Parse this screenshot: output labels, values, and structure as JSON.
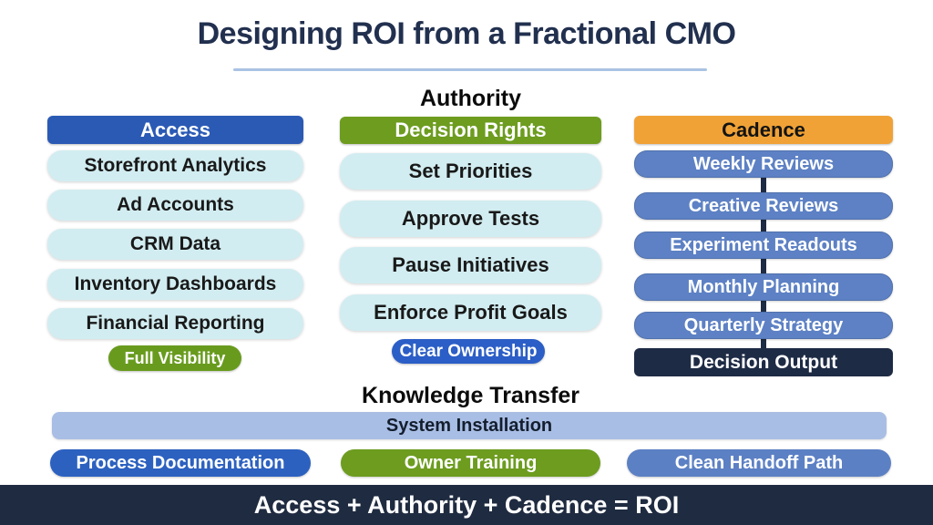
{
  "title": "Designing ROI from a Fractional CMO",
  "headings": {
    "authority": "Authority",
    "knowledge_transfer": "Knowledge Transfer"
  },
  "columns": {
    "access": {
      "header": "Access",
      "items": [
        "Storefront Analytics",
        "Ad Accounts",
        "CRM Data",
        "Inventory Dashboards",
        "Financial Reporting"
      ],
      "badge": "Full Visibility"
    },
    "decision_rights": {
      "header": "Decision Rights",
      "items": [
        "Set Priorities",
        "Approve Tests",
        "Pause Initiatives",
        "Enforce Profit Goals"
      ],
      "badge": "Clear Ownership"
    },
    "cadence": {
      "header": "Cadence",
      "items": [
        "Weekly Reviews",
        "Creative Reviews",
        "Experiment Readouts",
        "Monthly Planning",
        "Quarterly Strategy"
      ],
      "output": "Decision Output"
    }
  },
  "knowledge_transfer": {
    "bar": "System Installation",
    "pills": [
      "Process Documentation",
      "Owner Training",
      "Clean Handoff Path"
    ]
  },
  "footer": "Access + Authority + Cadence = ROI",
  "colors": {
    "title_text": "#22304f",
    "title_underline": "#a9c3e3",
    "access_header_blue": "#2b5ab5",
    "item_cyan": "#d2edf1",
    "green": "#6d9c1f",
    "clear_ownership_blue": "#2b5ec6",
    "cadence_orange": "#f0a236",
    "cadence_pill_blue": "#5d81c4",
    "dark_navy": "#1e2b45",
    "system_installation_periwinkle": "#a9bee4",
    "process_documentation_blue": "#2c61c0",
    "clean_handoff_blue": "#5c80c4",
    "footer_navy": "#1f2b40"
  }
}
